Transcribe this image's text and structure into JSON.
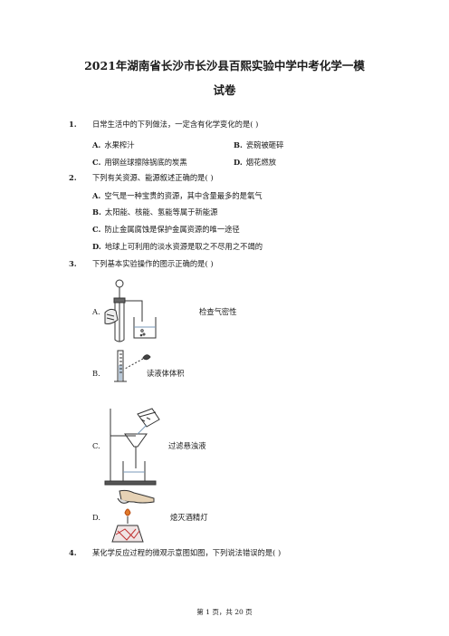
{
  "doc": {
    "title_line1": "2021年湖南省长沙市长沙县百熙实验中学中考化学一模",
    "title_line2": "试卷"
  },
  "questions": [
    {
      "num": "1.",
      "stem": "日常生活中的下列做法，一定含有化学变化的是(    )",
      "options": [
        {
          "letter": "A.",
          "text": "水果榨汁"
        },
        {
          "letter": "B.",
          "text": "瓷碗被砸碎"
        },
        {
          "letter": "C.",
          "text": "用钢丝球擦除锅底的炭黑"
        },
        {
          "letter": "D.",
          "text": "烟花燃放"
        }
      ]
    },
    {
      "num": "2.",
      "stem": "下列有关资源、能源叙述正确的是(    )",
      "options": [
        {
          "letter": "A.",
          "text": "空气是一种宝贵的资源，其中含量最多的是氧气"
        },
        {
          "letter": "B.",
          "text": "太阳能、核能、氢能等属于新能源"
        },
        {
          "letter": "C.",
          "text": "防止金属腐蚀是保护金属资源的唯一途径"
        },
        {
          "letter": "D.",
          "text": "地球上可利用的淡水资源是取之不尽用之不竭的"
        }
      ]
    },
    {
      "num": "3.",
      "stem": "下列基本实验操作的图示正确的是(    )",
      "options": [
        {
          "letter": "A.",
          "text": "检查气密性"
        },
        {
          "letter": "B.",
          "text": "读液体体积"
        },
        {
          "letter": "C.",
          "text": "过滤悬浊液"
        },
        {
          "letter": "D.",
          "text": "熄灭酒精灯"
        }
      ]
    },
    {
      "num": "4.",
      "stem": "某化学反应过程的微观示意图如图，下列说法错误的是(    )"
    }
  ],
  "footer": {
    "page_text": "第 1 页，共 20 页"
  }
}
